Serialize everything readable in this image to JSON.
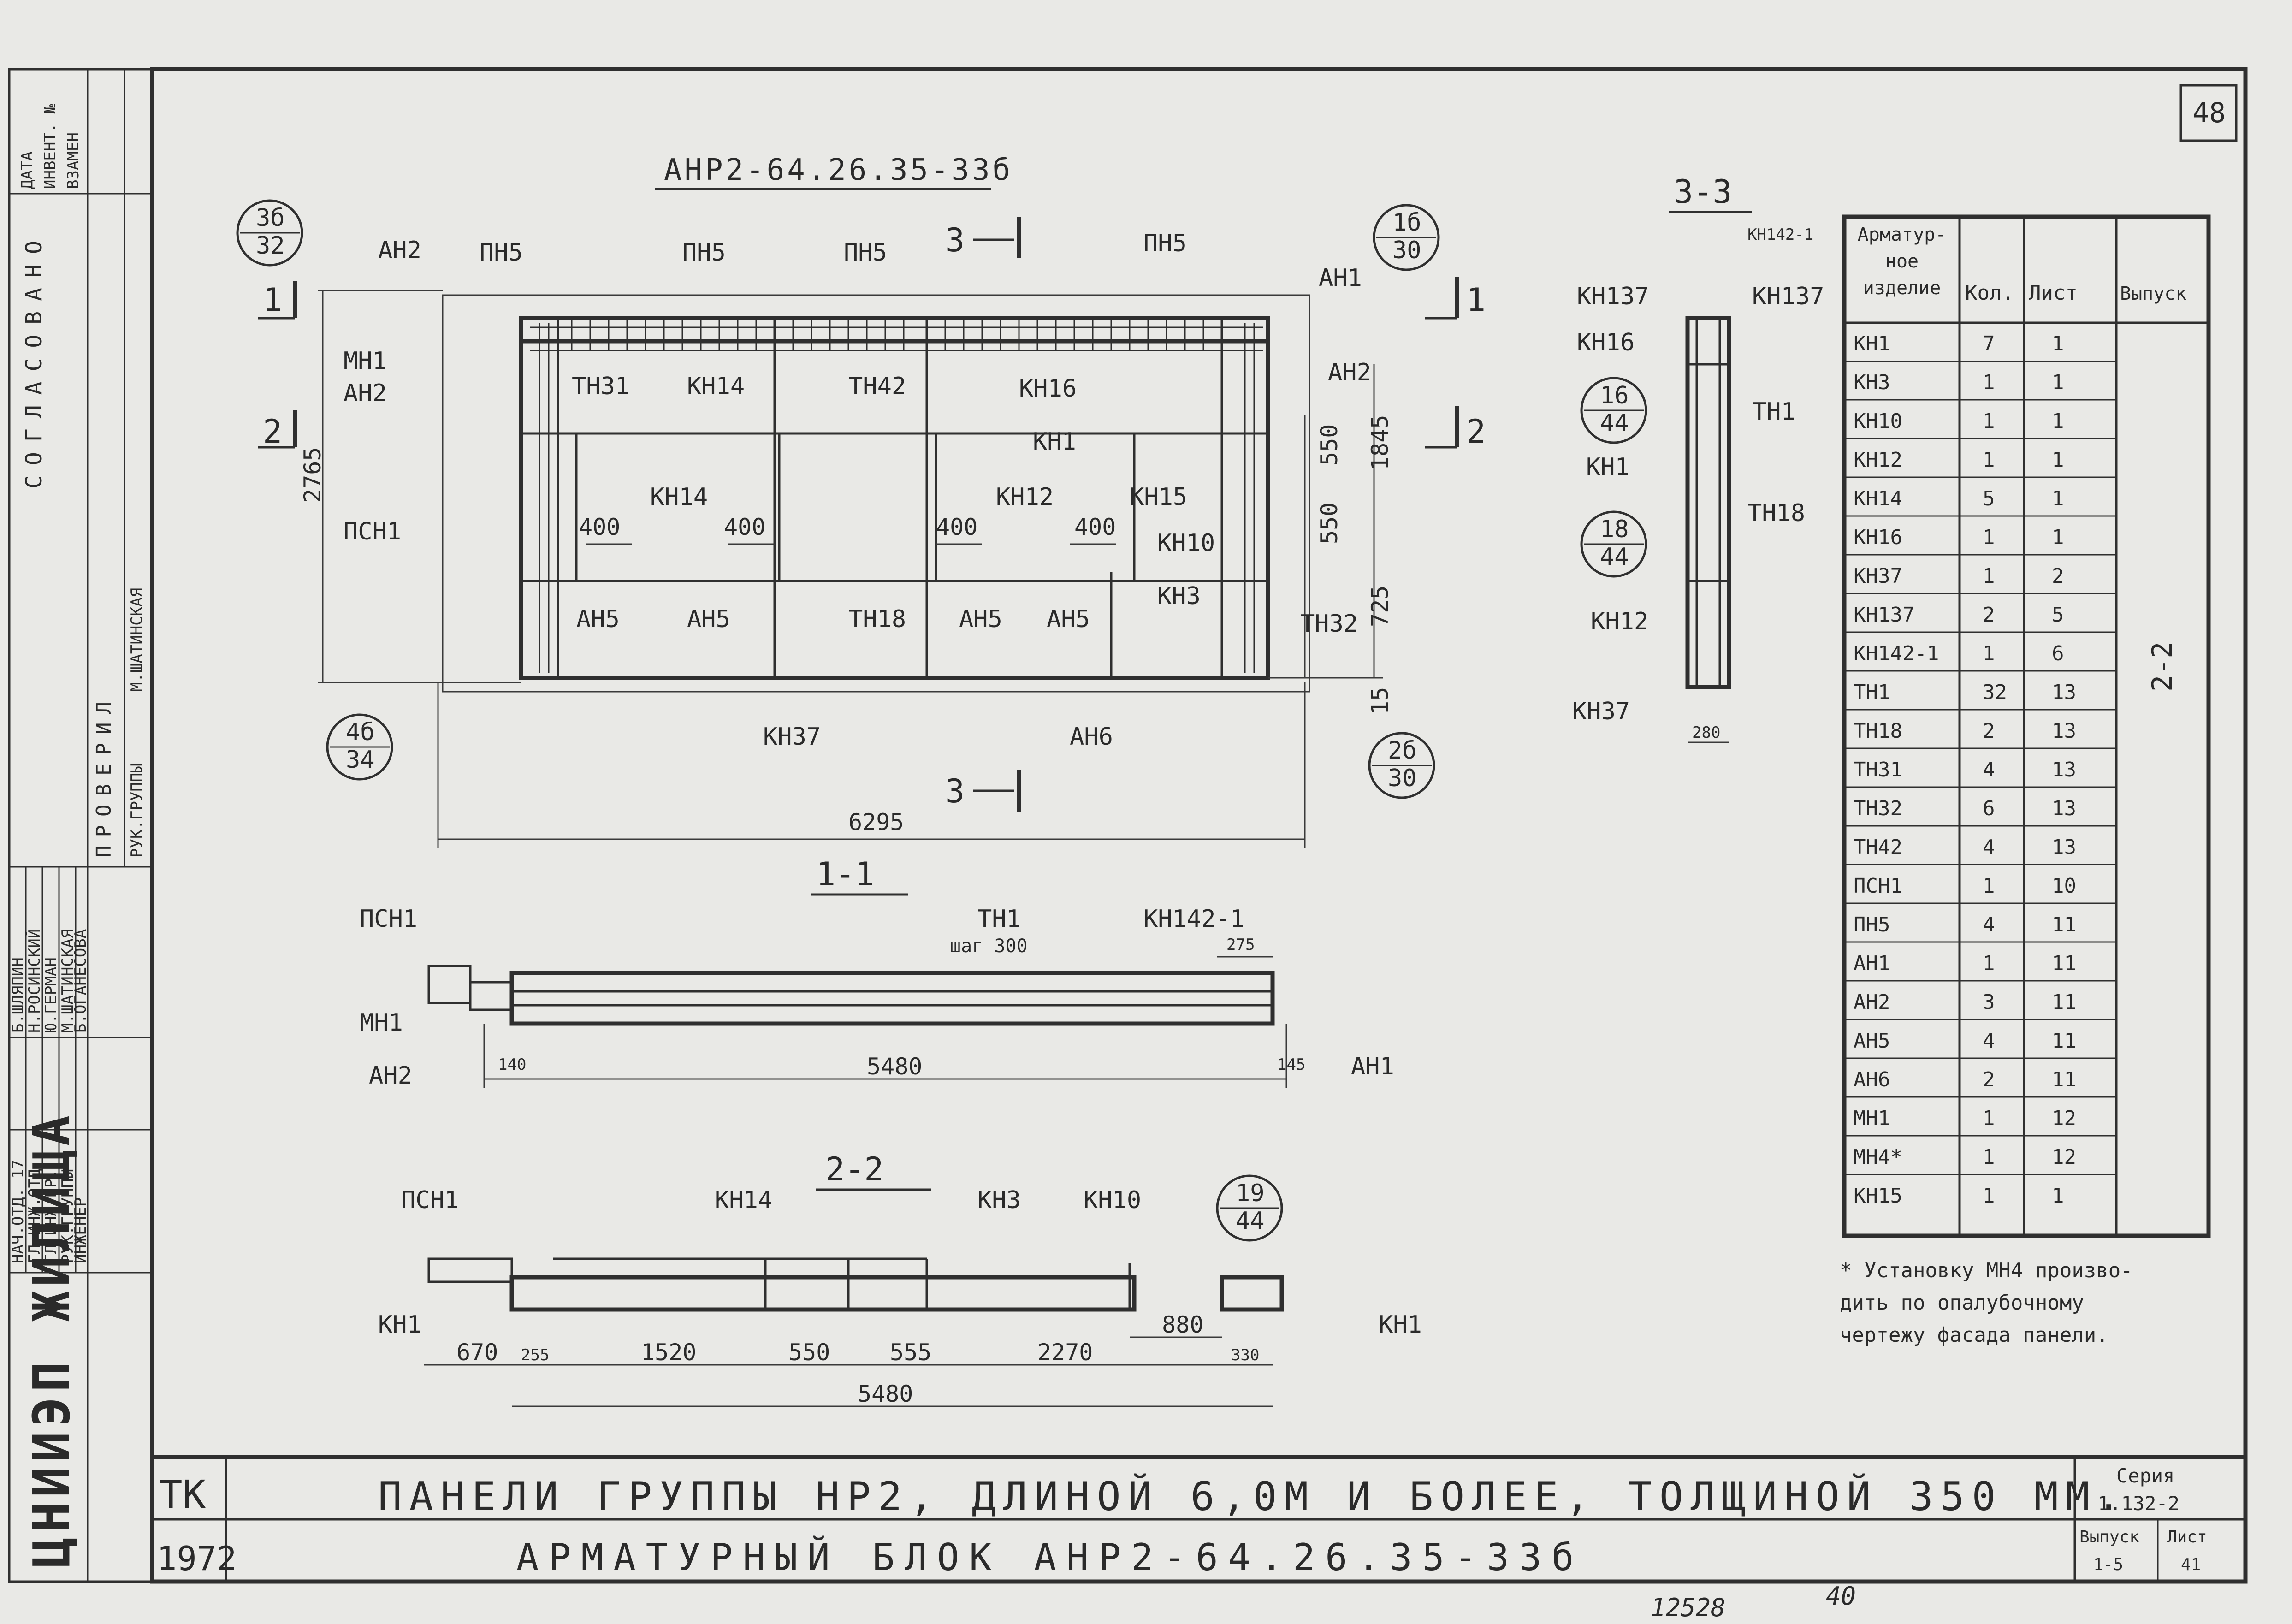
{
  "page_number": "48",
  "panel_code": "АНР2-64.26.35-33б",
  "stamp": {
    "org": "ЦНИИЭП ЖИЛИЩА",
    "agreed": "СОГЛАСОВАНО",
    "checked": "ПРОВЕРИЛ",
    "date_header": [
      "ДАТА",
      "ИНВЕНТ. №",
      "ВЗАМЕН"
    ],
    "roles": [
      "НАЧ.ОТД. 17",
      "ГЛ.ИНЖ.ОТД.",
      "ГЛ.ИНЖ.ПР.",
      "РУК.ГРУППЫ",
      "ИНЖЕНЕР"
    ],
    "names": [
      "Б.ШЛЯПИН",
      "Н.РОСИНСКИЙ",
      "Ю.ГЕРМАН",
      "М.ШАТИНСКАЯ",
      "Б.ОГАНЕСОВА"
    ],
    "checked_role": "РУК.ГРУППЫ",
    "checked_name": "М.ШАТИНСКАЯ"
  },
  "title_block": {
    "tk": "ТК",
    "year": "1972",
    "line1": "ПАНЕЛИ ГРУППЫ НР2, ДЛИНОЙ 6,0М И БОЛЕЕ, ТОЛЩИНОЙ 350 ММ.",
    "line2": "АРМАТУРНЫЙ БЛОК АНР2-64.26.35-33б",
    "series_label": "Серия",
    "series_value": "1.132-2",
    "issue_label": "Выпуск",
    "issue_value": "1-5",
    "sheet_label": "Лист",
    "sheet_value": "41"
  },
  "bottom_notes": [
    "12528",
    "40"
  ],
  "elevation": {
    "bubbles": [
      {
        "top": "3б",
        "bottom": "32"
      },
      {
        "top": "1б",
        "bottom": "30"
      },
      {
        "top": "4б",
        "bottom": "34"
      },
      {
        "top": "2б",
        "bottom": "30"
      }
    ],
    "labels": [
      "АН2",
      "ПН5",
      "ПН5",
      "ПН5",
      "ПН5",
      "АН1",
      "МН1",
      "АН2",
      "ТН31",
      "КН14",
      "ТН42",
      "КН16",
      "АН2",
      "КН1",
      "КН14",
      "КН12",
      "КН15",
      "ПСН1",
      "АН5",
      "АН5",
      "ТН18",
      "АН5",
      "АН5",
      "КН10",
      "КН3",
      "ТН32",
      "КН37",
      "АН6"
    ],
    "dims": [
      "2765",
      "550",
      "550",
      "1845",
      "725",
      "15",
      "400",
      "400",
      "400",
      "400",
      "6295"
    ],
    "section_marks": [
      "1",
      "2",
      "3",
      "2",
      "3",
      "1"
    ]
  },
  "section_1_1": {
    "title": "1-1",
    "labels": [
      "ПСН1",
      "ТН1",
      "шаг 300",
      "КН142-1",
      "275",
      "МН1",
      "АН2",
      "АН1"
    ],
    "dims": [
      "140",
      "5480",
      "145"
    ]
  },
  "section_2_2": {
    "title": "2-2",
    "bubble": {
      "top": "19",
      "bottom": "44"
    },
    "labels": [
      "ПСН1",
      "КН14",
      "КН3",
      "КН10",
      "КН1",
      "КН1"
    ],
    "dims": [
      "670",
      "255",
      "1520",
      "550",
      "555",
      "2270",
      "880",
      "330",
      "5480"
    ]
  },
  "section_3_3": {
    "title": "3-3",
    "bubbles": [
      {
        "top": "16",
        "bottom": "44"
      },
      {
        "top": "18",
        "bottom": "44"
      }
    ],
    "labels": [
      "КН142-1",
      "КН137",
      "КН137",
      "КН16",
      "ТН1",
      "КН1",
      "ТН18",
      "КН12",
      "КН37"
    ],
    "dims": [
      "280"
    ]
  },
  "spec_table": {
    "headers": [
      "Арматур-ное изделие",
      "Кол.",
      "Лист",
      "Выпуск"
    ],
    "issue_value": "2-2",
    "rows": [
      [
        "КН1",
        "7",
        "1"
      ],
      [
        "КН3",
        "1",
        "1"
      ],
      [
        "КН10",
        "1",
        "1"
      ],
      [
        "КН12",
        "1",
        "1"
      ],
      [
        "КН14",
        "5",
        "1"
      ],
      [
        "КН16",
        "1",
        "1"
      ],
      [
        "КН37",
        "1",
        "2"
      ],
      [
        "КН137",
        "2",
        "5"
      ],
      [
        "КН142-1",
        "1",
        "6"
      ],
      [
        "ТН1",
        "32",
        "13"
      ],
      [
        "ТН18",
        "2",
        "13"
      ],
      [
        "ТН31",
        "4",
        "13"
      ],
      [
        "ТН32",
        "6",
        "13"
      ],
      [
        "ТН42",
        "4",
        "13"
      ],
      [
        "ПСН1",
        "1",
        "10"
      ],
      [
        "ПН5",
        "4",
        "11"
      ],
      [
        "АН1",
        "1",
        "11"
      ],
      [
        "АН2",
        "3",
        "11"
      ],
      [
        "АН5",
        "4",
        "11"
      ],
      [
        "АН6",
        "2",
        "11"
      ],
      [
        "МН1",
        "1",
        "12"
      ],
      [
        "МН4*",
        "1",
        "12"
      ],
      [
        "КН15",
        "1",
        "1"
      ]
    ]
  },
  "footnote": [
    "* Установку МН4 произво-",
    "дить по опалубочному",
    "чертежу фасада панели."
  ]
}
